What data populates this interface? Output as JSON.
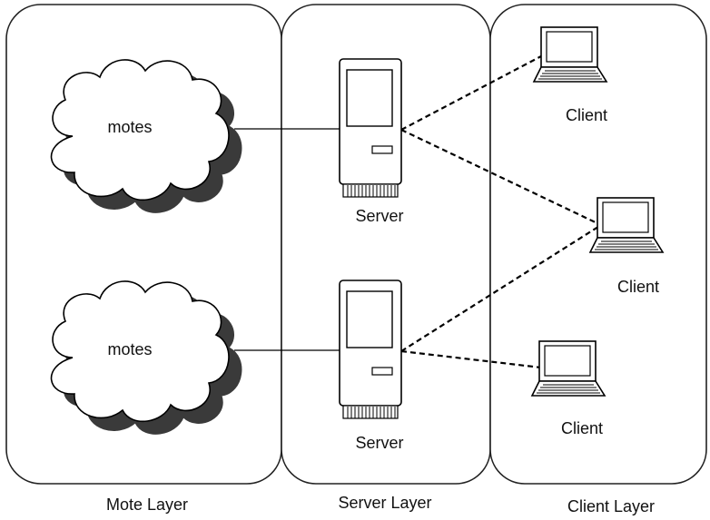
{
  "layers": [
    {
      "label": "Mote Layer"
    },
    {
      "label": "Server Layer"
    },
    {
      "label": "Client Layer"
    }
  ],
  "motes": [
    {
      "label": "motes"
    },
    {
      "label": "motes"
    }
  ],
  "servers": [
    {
      "label": "Server"
    },
    {
      "label": "Server"
    }
  ],
  "clients": [
    {
      "label": "Client"
    },
    {
      "label": "Client"
    },
    {
      "label": "Client"
    }
  ]
}
